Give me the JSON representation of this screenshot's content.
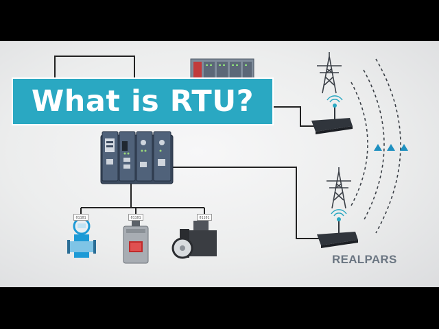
{
  "title": "What is RTU?",
  "brand": "REALPARS",
  "device_codes": [
    "01101",
    "01101",
    "01101"
  ],
  "colors": {
    "accent": "#2aa8c2",
    "rtu_module": "#3a4a5e",
    "signal_arrow": "#1e90c0",
    "background": "#ececed"
  },
  "icons": [
    "transmission-tower-icon",
    "radio-modem-icon",
    "flow-meter-icon",
    "photo-sensor-icon",
    "servo-motor-icon",
    "rtu-icon",
    "plc-rack-icon"
  ]
}
